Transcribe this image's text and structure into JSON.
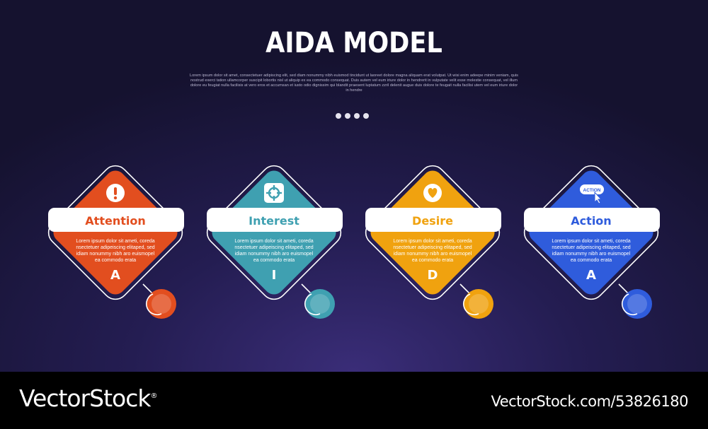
{
  "title": "AIDA MODEL",
  "description": "Lorem ipsum dolor sit amet, consectetuer adipiscing elit, sed diam nonummy nibh euismod tincidunt ut laoreet dolore magna aliquam erat volutpat. Ut wisi enim adeepe minim veniam, quis nostrud exerci tation ullamcorper suscipit lobortis nisl ut aliquip ex ea commodo consequat. Duis autem vel eum iriure dolor in hendrerit in vulputate velit esse molestie consequat, vel illum dolore eu feugiat nulla facilisis at vero eros et accumsan et iusto odio dignissim qui blandit praesent luptatum zzril delenit augue duis dolore te feugait nulla facilisi utem vel eum iriure dolor in hendre",
  "pagination_dots": 4,
  "stages": [
    {
      "label": "Attention",
      "letter": "A",
      "text": "Lorem ipsum dolor sit ameti, coreda nsectetuer adipeiscing elitaped, sed idiam nonummy nibh aro euismopel ea commodo erata",
      "color": "#e24e1f",
      "icon": "exclamation-icon"
    },
    {
      "label": "Interest",
      "letter": "I",
      "text": "Lorem ipsum dolor sit ameti, coreda nsectetuer adipeiscing elitaped, sed idiam nonummy nibh aro euismopel ea commodo erata",
      "color": "#3fa0b1",
      "icon": "target-icon"
    },
    {
      "label": "Desire",
      "letter": "D",
      "text": "Lorem ipsum dolor sit ameti, coreda nsectetuer adipeiscing elitaped, sed idiam nonummy nibh aro euismopel ea commodo erata",
      "color": "#f0a20f",
      "icon": "heart-icon"
    },
    {
      "label": "Action",
      "letter": "A",
      "text": "Lorem ipsum dolor sit ameti, coreda nsectetuer adipeiscing elitaped, sed idiam nonummy nibh aro euismopel ea commodo erata",
      "color": "#2f5cdc",
      "icon": "action-cursor-icon",
      "icon_text": "ACTION"
    }
  ],
  "watermark": {
    "brand": "VectorStock",
    "reg": "®",
    "url": "VectorStock.com/53826180"
  }
}
